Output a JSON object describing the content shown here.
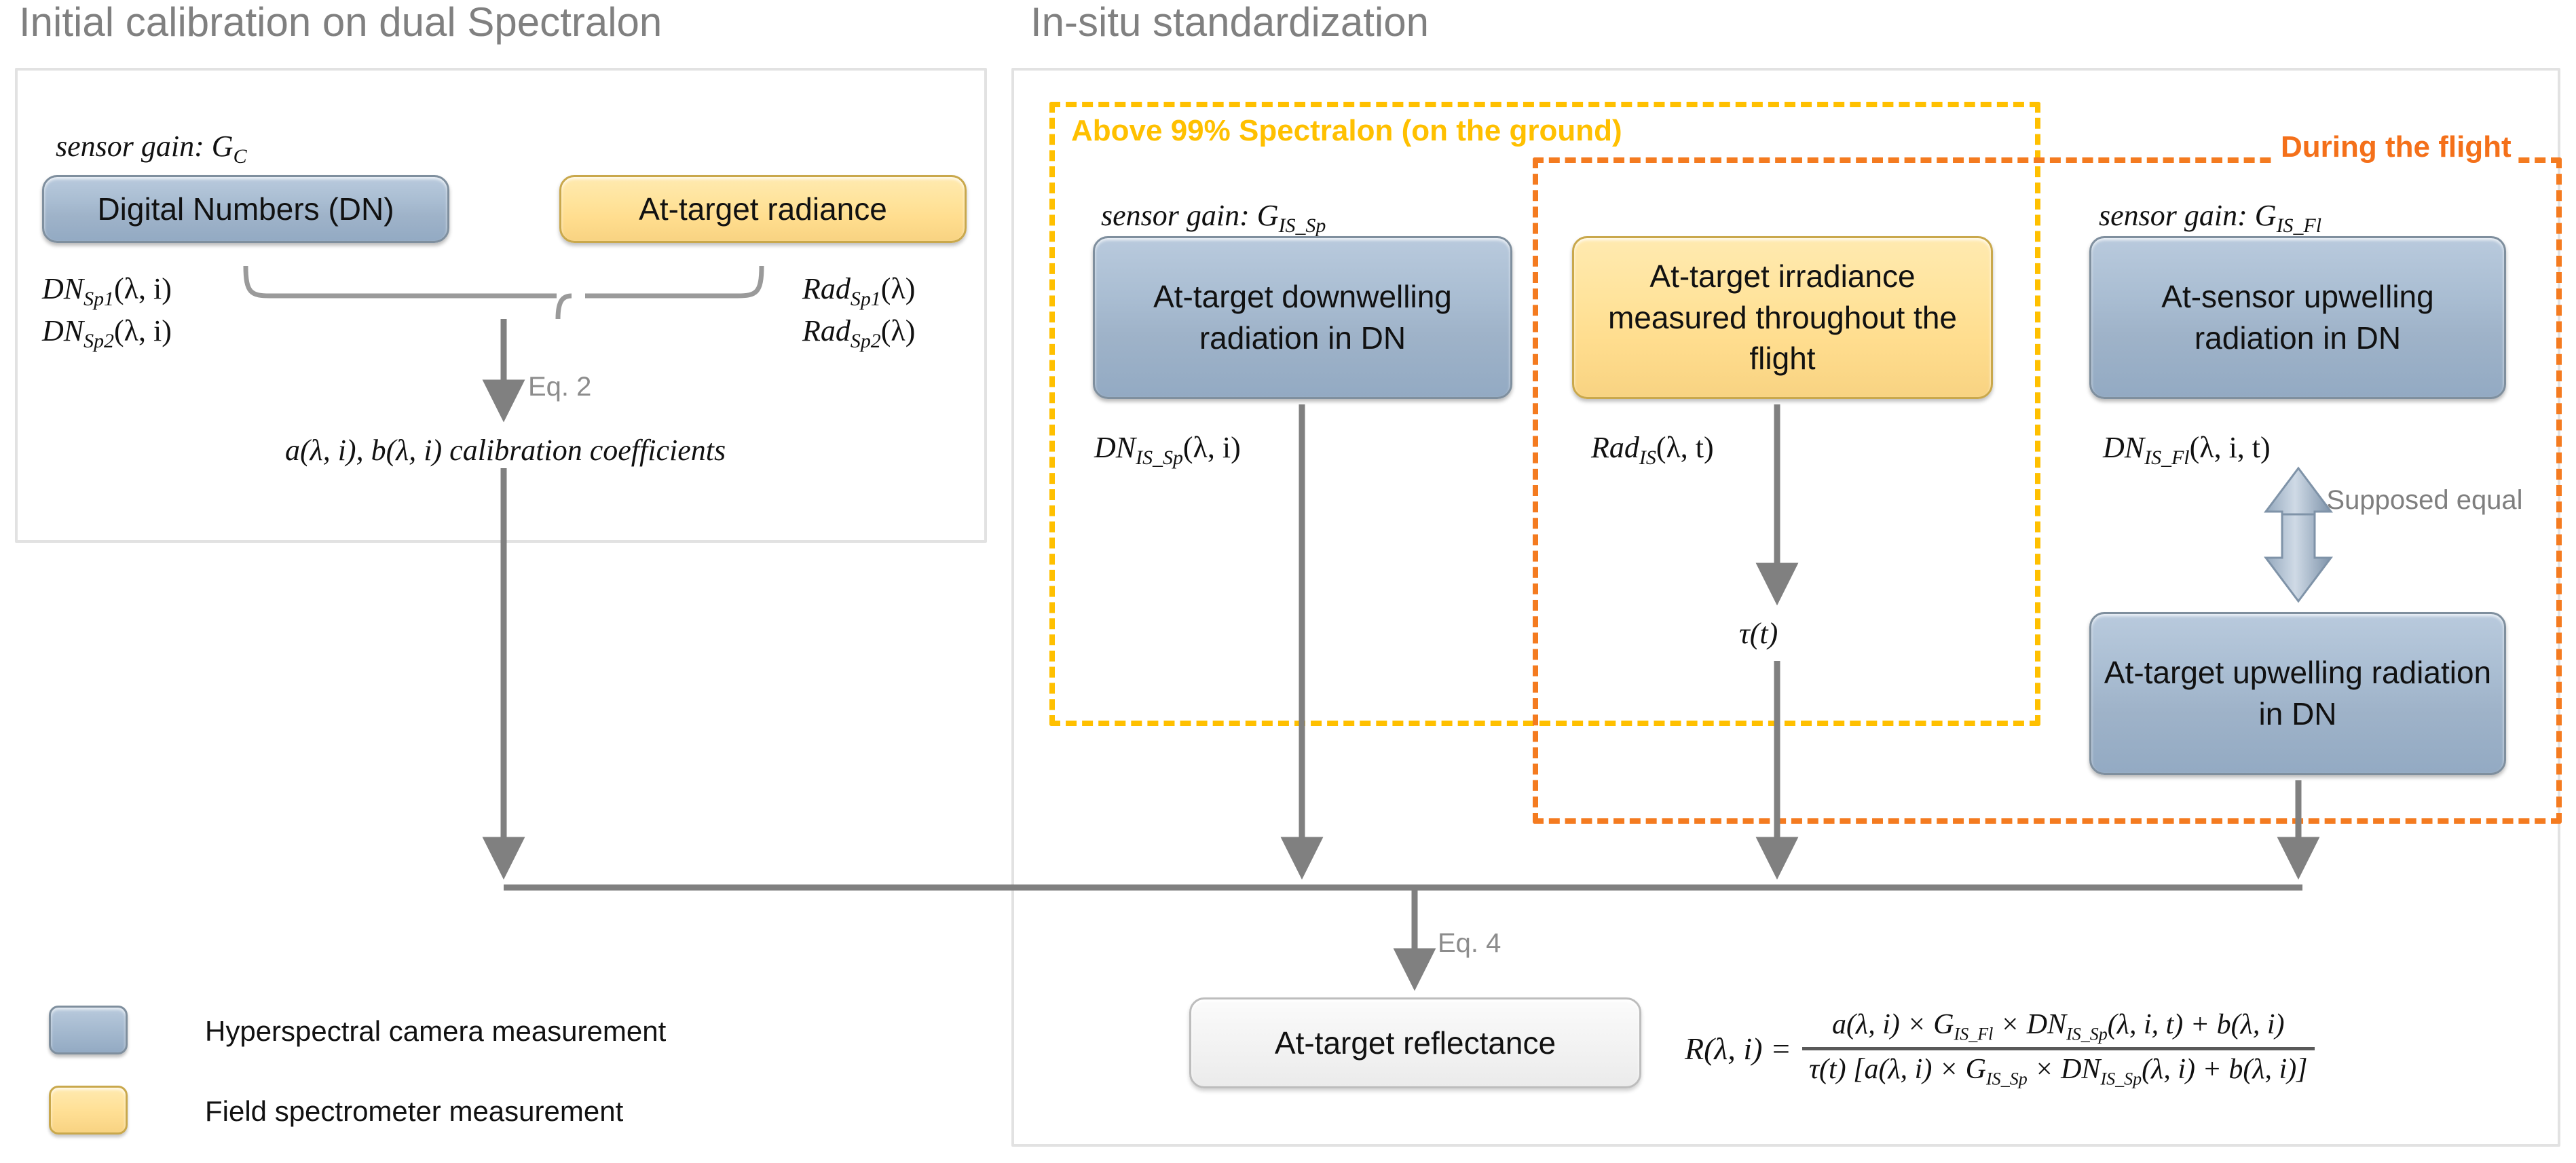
{
  "sections": {
    "left_title": "Initial calibration on dual Spectralon",
    "right_title": "In-situ standardization"
  },
  "dashed_boxes": {
    "ground": "Above 99% Spectralon (on the ground)",
    "flight": "During the flight"
  },
  "left_panel": {
    "gain_label_prefix": "sensor gain: ",
    "gain_symbol": "G",
    "gain_sub": "C",
    "box_dn": "Digital Numbers (DN)",
    "box_rad": "At-target radiance",
    "dn_sp1": "DN",
    "dn_sp1_sub": "Sp1",
    "dn_sp1_args": "(λ, i)",
    "dn_sp2_sub": "Sp2",
    "rad": "Rad",
    "rad_sp1_sub": "Sp1",
    "rad_args": "(λ)",
    "rad_sp2_sub": "Sp2",
    "eq2": "Eq. 2",
    "coefficients": "a(λ, i), b(λ, i) calibration coefficients"
  },
  "right_panel": {
    "gain_is_sp_prefix": "sensor gain: ",
    "gain_is_sp_symbol": "G",
    "gain_is_sp_sub": "IS_Sp",
    "gain_is_fl_sub": "IS_Fl",
    "box_downwelling": "At-target downwelling radiation in DN",
    "box_irradiance": "At-target irradiance measured throughout the flight",
    "box_upwelling_sensor": "At-sensor upwelling radiation in DN",
    "box_upwelling_target": "At-target upwelling radiation in DN",
    "dn_is_sp": "DN",
    "dn_is_sp_sub": "IS_Sp",
    "dn_is_sp_args": "(λ, i)",
    "rad_is": "Rad",
    "rad_is_sub": "IS",
    "rad_is_args": "(λ, t)",
    "dn_is_fl": "DN",
    "dn_is_fl_sub": "IS_Fl",
    "dn_is_fl_args": "(λ, i, t)",
    "tau": "τ(t)",
    "supposed_equal": "Supposed equal",
    "eq4": "Eq. 4",
    "box_reflectance": "At-target reflectance"
  },
  "formula": {
    "lhs": "R(λ, i) =",
    "numerator": "a(λ, i) × G",
    "num_sub1": "IS_Fl",
    "num_mid": " × DN",
    "num_sub2": "IS_Sp",
    "num_tail": "(λ, i, t) + b(λ, i)",
    "denominator": "τ(t) [a(λ, i) × G",
    "den_sub1": "IS_Sp",
    "den_mid": " × DN",
    "den_sub2": "IS_Sp",
    "den_tail": "(λ, i) + b(λ, i)]"
  },
  "legend": {
    "blue": "Hyperspectral camera measurement",
    "yellow": "Field spectrometer measurement"
  },
  "colors": {
    "yellow_dash": "#FFC000",
    "orange_dash": "#F47B20",
    "blue_node": "#9fb3c9",
    "yellow_node": "#ffdd8e",
    "arrow": "#808080",
    "title": "#808080"
  }
}
